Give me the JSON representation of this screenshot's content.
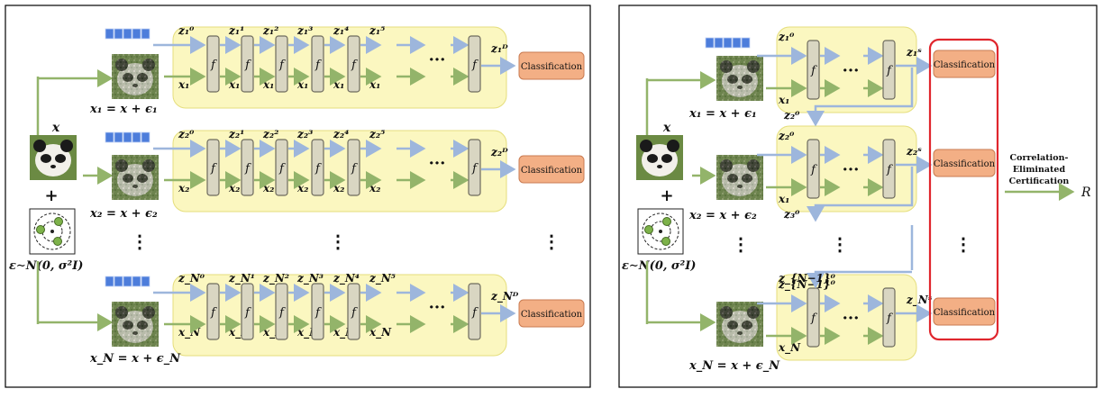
{
  "left_panel": {
    "input_label": "x",
    "noise_label": "ε∼N(0, σ²I)",
    "rows": [
      {
        "z0": "z₁⁰",
        "zs": [
          "z₁¹",
          "z₁²",
          "z₁³",
          "z₁⁴",
          "z₁⁵"
        ],
        "x_in": "x₁",
        "x_sub": [
          "x₁",
          "x₁",
          "x₁",
          "x₁",
          "x₁"
        ],
        "zD": "z₁ᴰ",
        "noisy_label": "x₁ = x + ϵ₁",
        "out": "Classification"
      },
      {
        "z0": "z₂⁰",
        "zs": [
          "z₂¹",
          "z₂²",
          "z₂³",
          "z₂⁴",
          "z₂⁵"
        ],
        "x_in": "x₂",
        "x_sub": [
          "x₂",
          "x₂",
          "x₂",
          "x₂",
          "x₂"
        ],
        "zD": "z₂ᴰ",
        "noisy_label": "x₂ = x + ϵ₂",
        "out": "Classification"
      },
      {
        "z0": "z_N⁰",
        "zs": [
          "z_N¹",
          "z_N²",
          "z_N³",
          "z_N⁴",
          "z_N⁵"
        ],
        "x_in": "x_N",
        "x_sub": [
          "x_N",
          "x_N",
          "x_N",
          "x_N",
          "x_N"
        ],
        "zD": "z_Nᴰ",
        "noisy_label": "x_N = x + ϵ_N",
        "out": "Classification"
      }
    ],
    "block_label": "f",
    "ellipsis_h": "···",
    "ellipsis_v": "⋮"
  },
  "right_panel": {
    "input_label": "x",
    "noise_label": "ε∼N(0, σ²I)",
    "rows": [
      {
        "z0": "z₁⁰",
        "zS": "z₁ˢ",
        "x_in": "x₁",
        "noisy_label": "x₁ = x + ϵ₁",
        "out": "Classification"
      },
      {
        "z0": "z₂⁰",
        "zS": "z₂ˢ",
        "x_in": "x₁",
        "noisy_label": "x₂ = x + ϵ₂",
        "out": "Classification"
      },
      {
        "z0": "z_{N−1}⁰",
        "zS": "z_Nˢ",
        "x_in": "x_N",
        "noisy_label": "x_N = x + ϵ_N",
        "out": "Classification"
      }
    ],
    "z3_label": "z₃⁰",
    "block_label": "f",
    "ellipsis_h": "···",
    "ellipsis_v": "⋮",
    "certification_label_1": "Correlation-",
    "certification_label_2": "Eliminated",
    "certification_label_3": "Certification",
    "result_label": "R"
  },
  "colors": {
    "panel_fill": "#FBF7C0",
    "panel_stroke": "#E5DE7C",
    "block_fill": "#D9D6C2",
    "block_stroke": "#6E6B5E",
    "class_fill": "#F3AF85",
    "class_stroke": "#C97B52",
    "green_arrow": "#93B46A",
    "blue_arrow": "#9DB6DC",
    "token_fill": "#4D7DDB",
    "red_box": "#E0262D"
  }
}
